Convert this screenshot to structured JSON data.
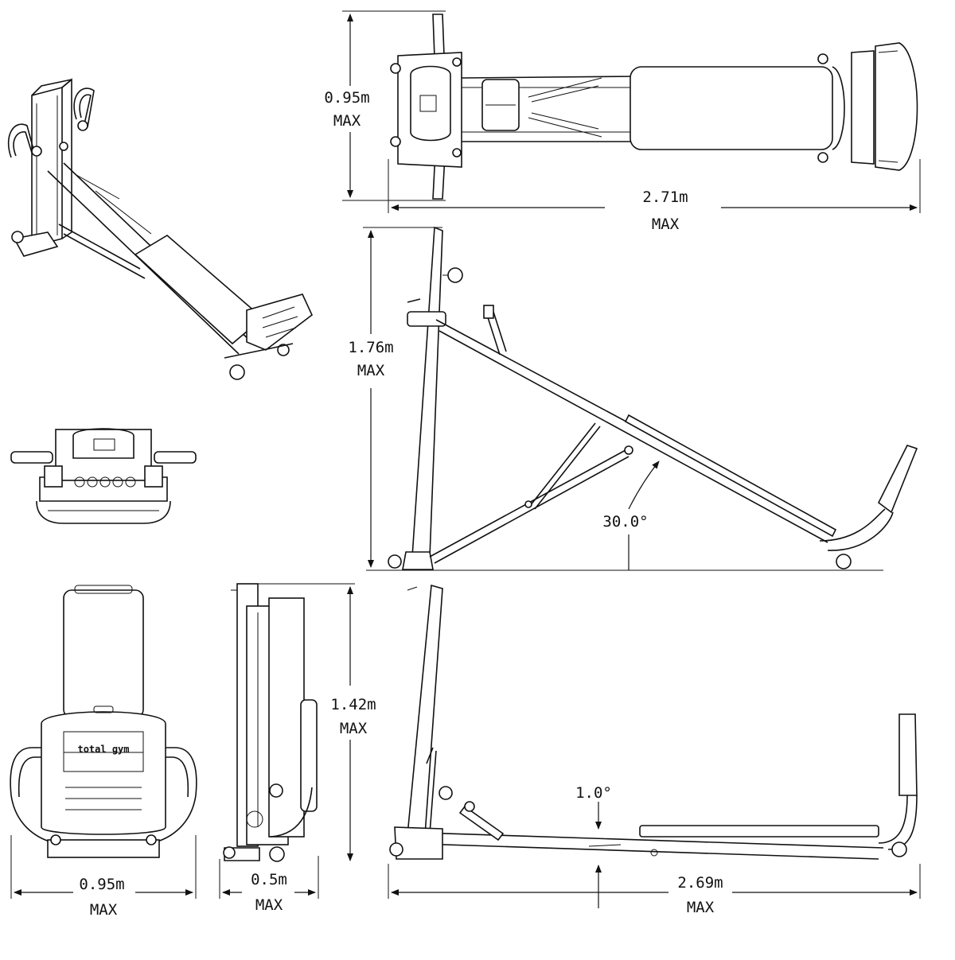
{
  "views": {
    "top": {
      "width_value": "0.95m",
      "width_unit": "MAX",
      "length_value": "2.71m",
      "length_unit": "MAX"
    },
    "incline": {
      "height_value": "1.76m",
      "height_unit": "MAX",
      "angle_value": "30.0°"
    },
    "front": {
      "width_value": "0.95m",
      "width_unit": "MAX",
      "brand_text": "total gym"
    },
    "folded": {
      "depth_value": "0.5m",
      "depth_unit": "MAX",
      "height_value": "1.42m",
      "height_unit": "MAX"
    },
    "flat": {
      "length_value": "2.69m",
      "length_unit": "MAX",
      "angle_value": "1.0°"
    }
  },
  "colors": {
    "line": "#111111",
    "background": "#ffffff"
  }
}
